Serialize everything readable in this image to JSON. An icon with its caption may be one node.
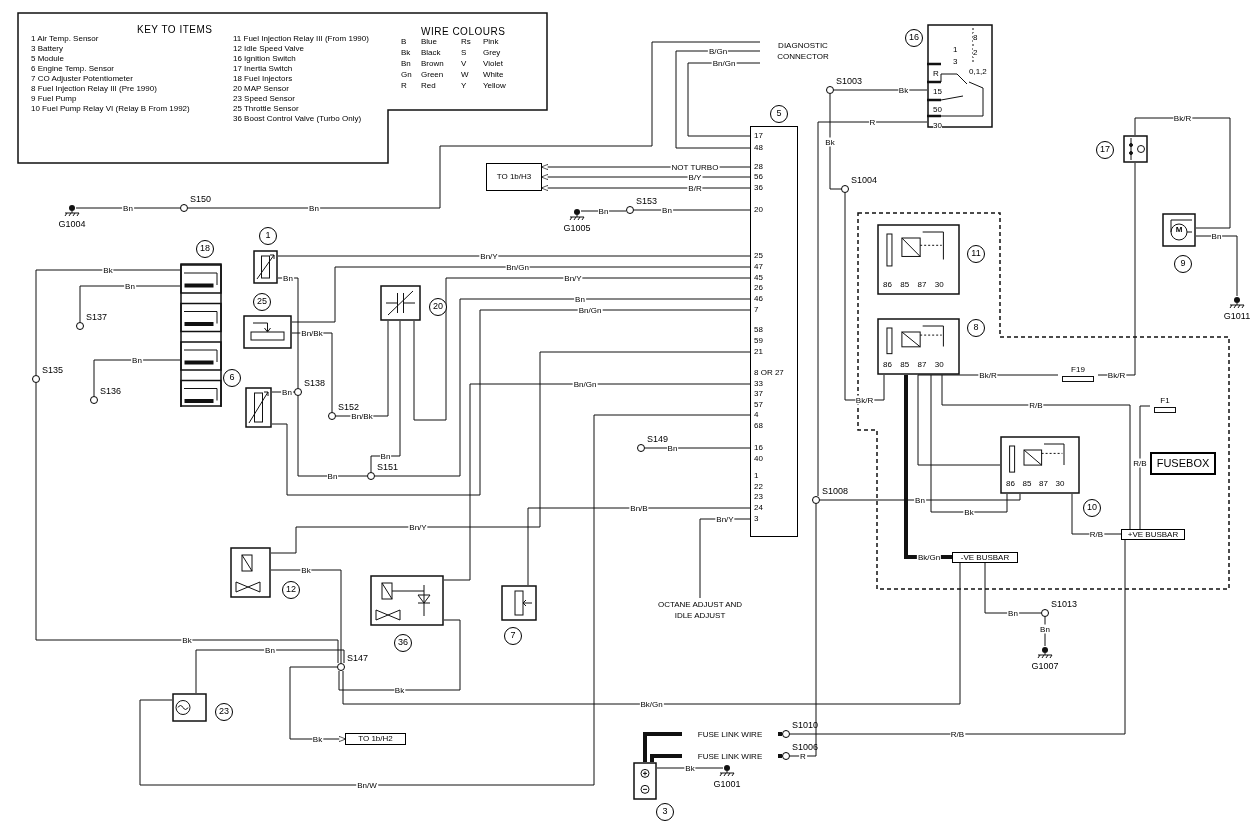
{
  "diagram": {
    "nodes": [
      {
        "text": [
          "KEY TO ITEMS",
          "1 Air Temp. Sensor",
          "3 Battery",
          "5 Module",
          "6 Engine Temp. Sensor",
          "7 CO Adjuster Potentiometer",
          "8 Fuel Injection Relay III (Pre 1990)",
          "9 Fuel Pump",
          "10 Fuel Pump Relay VI (Relay B From 1992)",
          "11 Fuel Injection Relay III (From 1990)",
          "12 Idle Speed Valve",
          "16 Ignition Switch",
          "17 Inertia Switch",
          "18 Fuel Injectors",
          "20 MAP Sensor",
          "23 Speed Sensor",
          "25 Throttle Sensor",
          "36 Boost Control Valve (Turbo Only)",
          "WIRE COLOURS",
          "B",
          "Blue",
          "Rs",
          "Pink",
          "Bk",
          "Black",
          "S",
          "Grey",
          "Bn",
          "Brown",
          "V",
          "Violet",
          "Gn",
          "Green",
          "W",
          "White",
          "R",
          "Red",
          "Y",
          "Yellow"
        ]
      },
      {
        "text": [
          "DIAGNOSTIC CONNECTOR"
        ]
      },
      {
        "text": [
          "8",
          "1",
          "2",
          "3",
          "0,1,2",
          "R",
          "15",
          "50",
          "30"
        ],
        "beside": [
          "16"
        ]
      },
      {
        "text": [
          "S1003"
        ]
      },
      {
        "text": [
          "TO 1b/H3"
        ]
      },
      {
        "text": [
          "17",
          "48",
          "28",
          "56",
          "36",
          "20",
          "25",
          "47",
          "45",
          "26",
          "46",
          "7",
          "58",
          "59",
          "21",
          "8 OR 27",
          "33",
          "37",
          "57",
          "4",
          "68",
          "16",
          "40",
          "1",
          "22",
          "23",
          "24",
          "3"
        ],
        "beside": [
          "5"
        ]
      },
      {
        "text": [
          "S150"
        ]
      },
      {
        "text": [
          "G1004"
        ]
      },
      {
        "text": [
          "S153"
        ]
      },
      {
        "text": [
          "G1005"
        ]
      },
      {
        "text": [],
        "shape": "box",
        "beside": [
          "17"
        ]
      },
      {
        "text": [
          "S1004"
        ]
      },
      {
        "text": [
          "M"
        ],
        "beside": [
          "9"
        ]
      },
      {
        "text": [],
        "shape": "box"
      },
      {
        "text": [
          "86",
          "85",
          "87",
          "30"
        ],
        "in": 13,
        "beside": [
          "11"
        ]
      },
      {
        "text": [
          "G1011"
        ]
      },
      {
        "text": [],
        "shape": "box",
        "beside": [
          "18"
        ]
      },
      {
        "text": [],
        "shape": "box",
        "beside": [
          "1"
        ]
      },
      {
        "text": [],
        "shape": "box",
        "beside": [
          "20"
        ]
      },
      {
        "text": [
          "S137"
        ]
      },
      {
        "text": [],
        "shape": "box",
        "beside": [
          "25"
        ]
      },
      {
        "text": [
          "S135"
        ]
      },
      {
        "text": [
          "S136"
        ]
      },
      {
        "text": [
          "86",
          "85",
          "87",
          "30"
        ],
        "in": 13,
        "beside": [
          "8"
        ]
      },
      {
        "text": [],
        "shape": "box",
        "beside": [
          "6"
        ]
      },
      {
        "text": [
          "S138"
        ]
      },
      {
        "text": [
          "S152"
        ]
      },
      {
        "text": [
          "F19"
        ],
        "in": 13
      },
      {
        "text": [
          "F1"
        ],
        "in": 13
      },
      {
        "text": [
          "S151"
        ]
      },
      {
        "text": [
          "S149"
        ]
      },
      {
        "text": [
          "86",
          "85",
          "87",
          "30"
        ],
        "in": 13,
        "beside": [
          "10"
        ]
      },
      {
        "text": [
          "FUSEBOX"
        ],
        "in": 13
      },
      {
        "text": [
          "S1008"
        ]
      },
      {
        "text": [],
        "shape": "box",
        "beside": [
          "12"
        ]
      },
      {
        "text": [
          "+VE BUSBAR"
        ],
        "in": 13
      },
      {
        "text": [
          "-VE BUSBAR"
        ],
        "in": 13
      },
      {
        "text": [],
        "shape": "box",
        "beside": [
          "36"
        ]
      },
      {
        "text": [],
        "shape": "box",
        "beside": [
          "7"
        ]
      },
      {
        "text": [
          "OCTANE ADJUST AND IDLE ADJUST"
        ]
      },
      {
        "text": [
          "S1013"
        ]
      },
      {
        "text": [
          "G1007"
        ]
      },
      {
        "text": [
          "S147"
        ]
      },
      {
        "text": [],
        "shape": "box",
        "beside": [
          "23"
        ]
      },
      {
        "text": [
          "TO 1b/H2"
        ]
      },
      {
        "text": [
          "FUSE LINK WIRE"
        ]
      },
      {
        "text": [
          "S1010"
        ]
      },
      {
        "text": [
          "FUSE LINK WIRE"
        ]
      },
      {
        "text": [
          "S1006"
        ]
      },
      {
        "text": [],
        "shape": "box",
        "beside": [
          "3"
        ]
      },
      {
        "text": [
          "G1001"
        ]
      }
    ],
    "edges": [
      {
        "from": 6,
        "to": 1,
        "label": "Bn",
        "arrow": "none"
      },
      {
        "from": 5,
        "to": 1,
        "label": "B/Gn",
        "arrow": "none"
      },
      {
        "from": 5,
        "to": 1,
        "label": "Bn/Gn",
        "arrow": "none"
      },
      {
        "from": 5,
        "to": 4,
        "label": "B/Y",
        "arrow": "to"
      },
      {
        "from": 8,
        "to": 5,
        "label": "Bn",
        "arrow": "none"
      },
      {
        "from": 9,
        "to": 8,
        "label": "Bn",
        "arrow": "none"
      },
      {
        "from": 7,
        "to": 6,
        "label": "Bn",
        "arrow": "none"
      },
      {
        "from": 3,
        "to": 2,
        "label": "Bk",
        "arrow": "none"
      },
      {
        "from": 3,
        "to": 11,
        "label": "Bk",
        "arrow": "none"
      },
      {
        "from": 11,
        "to": 23,
        "label": "Bk/R",
        "arrow": "none"
      },
      {
        "from": 2,
        "to": 33,
        "label": "R",
        "arrow": "none"
      },
      {
        "from": 10,
        "to": 12,
        "label": "Bk/R",
        "arrow": "none"
      },
      {
        "from": 10,
        "to": 27,
        "label": "Bk/R",
        "arrow": "none"
      },
      {
        "from": 12,
        "to": 15,
        "label": "Bn",
        "arrow": "none"
      },
      {
        "from": 16,
        "to": 21,
        "label": "Bk",
        "arrow": "none"
      },
      {
        "from": 16,
        "to": 19,
        "label": "Bn",
        "arrow": "none"
      },
      {
        "from": 16,
        "to": 22,
        "label": "Bn",
        "arrow": "none"
      },
      {
        "from": 17,
        "to": 5,
        "label": "Bn/Y",
        "arrow": "none"
      },
      {
        "from": 17,
        "to": 25,
        "label": "Bn",
        "arrow": "none"
      },
      {
        "from": 20,
        "to": 5,
        "label": "Bn/Gn",
        "arrow": "none"
      },
      {
        "from": 20,
        "to": 26,
        "label": "Bn/Bk",
        "arrow": "none"
      },
      {
        "from": 24,
        "to": 25,
        "label": "Bn",
        "arrow": "none"
      },
      {
        "from": 24,
        "to": 5,
        "label": "Bn/Gn",
        "arrow": "none"
      },
      {
        "from": 18,
        "to": 26,
        "label": "Bn/Bk",
        "arrow": "none"
      },
      {
        "from": 18,
        "to": 29,
        "label": "Bn",
        "arrow": "none"
      },
      {
        "from": 18,
        "to": 5,
        "label": "Bn/Y",
        "arrow": "none"
      },
      {
        "from": 25,
        "to": 29,
        "label": "Bn",
        "arrow": "none"
      },
      {
        "from": 29,
        "to": 5,
        "label": "Bn",
        "arrow": "none"
      },
      {
        "from": 30,
        "to": 5,
        "label": "Bn",
        "arrow": "none"
      },
      {
        "from": 34,
        "to": 5,
        "label": "Bn/Y",
        "arrow": "none"
      },
      {
        "from": 34,
        "to": 42,
        "label": "Bk",
        "arrow": "none"
      },
      {
        "from": 37,
        "to": 5,
        "label": "Bn/Gn",
        "arrow": "none"
      },
      {
        "from": 37,
        "to": 42,
        "label": "Bk",
        "arrow": "none"
      },
      {
        "from": 38,
        "to": 5,
        "label": "Bn/B",
        "arrow": "none"
      },
      {
        "from": 39,
        "to": 5,
        "label": "Bn/Y",
        "arrow": "none"
      },
      {
        "from": 42,
        "to": 44,
        "label": "Bk",
        "arrow": "to"
      },
      {
        "from": 43,
        "to": 42,
        "label": "Bn",
        "arrow": "none"
      },
      {
        "from": 43,
        "to": 5,
        "label": "Bn/W",
        "arrow": "none"
      },
      {
        "from": 21,
        "to": 42,
        "label": "Bk",
        "arrow": "none"
      },
      {
        "from": 23,
        "to": 36,
        "label": "Bk/Gn",
        "arrow": "none",
        "style": "thick"
      },
      {
        "from": 23,
        "to": 31,
        "label": "Bk",
        "arrow": "none"
      },
      {
        "from": 23,
        "to": 35,
        "label": "R/B",
        "arrow": "none"
      },
      {
        "from": 31,
        "to": 35,
        "label": "R/B",
        "arrow": "none"
      },
      {
        "from": 28,
        "to": 35,
        "label": "R/B",
        "arrow": "none"
      },
      {
        "from": 27,
        "to": 31,
        "label": "Bk/R",
        "arrow": "none"
      },
      {
        "from": 33,
        "to": 31,
        "label": "Bn",
        "arrow": "none"
      },
      {
        "from": 36,
        "to": 40,
        "label": "Bn",
        "arrow": "none"
      },
      {
        "from": 40,
        "to": 41,
        "label": "Bn",
        "arrow": "none"
      },
      {
        "from": 49,
        "to": 45,
        "arrow": "none",
        "style": "thick"
      },
      {
        "from": 49,
        "to": 47,
        "arrow": "none",
        "style": "thick"
      },
      {
        "from": 45,
        "to": 46,
        "arrow": "none",
        "style": "thick"
      },
      {
        "from": 47,
        "to": 48,
        "arrow": "none",
        "style": "thick"
      },
      {
        "from": 49,
        "to": 50,
        "label": "Bk",
        "arrow": "none"
      },
      {
        "from": 46,
        "to": 35,
        "label": "R/B",
        "arrow": "none"
      },
      {
        "from": 48,
        "to": 33,
        "label": "R",
        "arrow": "none"
      },
      {
        "from": 42,
        "to": 36,
        "label": "Bk/Gn",
        "arrow": "none"
      },
      {
        "from": 5,
        "to": 4,
        "label": "NOT TURBO",
        "arrow": "to"
      },
      {
        "from": 5,
        "to": 4,
        "label": "B/R",
        "arrow": "to"
      }
    ]
  }
}
